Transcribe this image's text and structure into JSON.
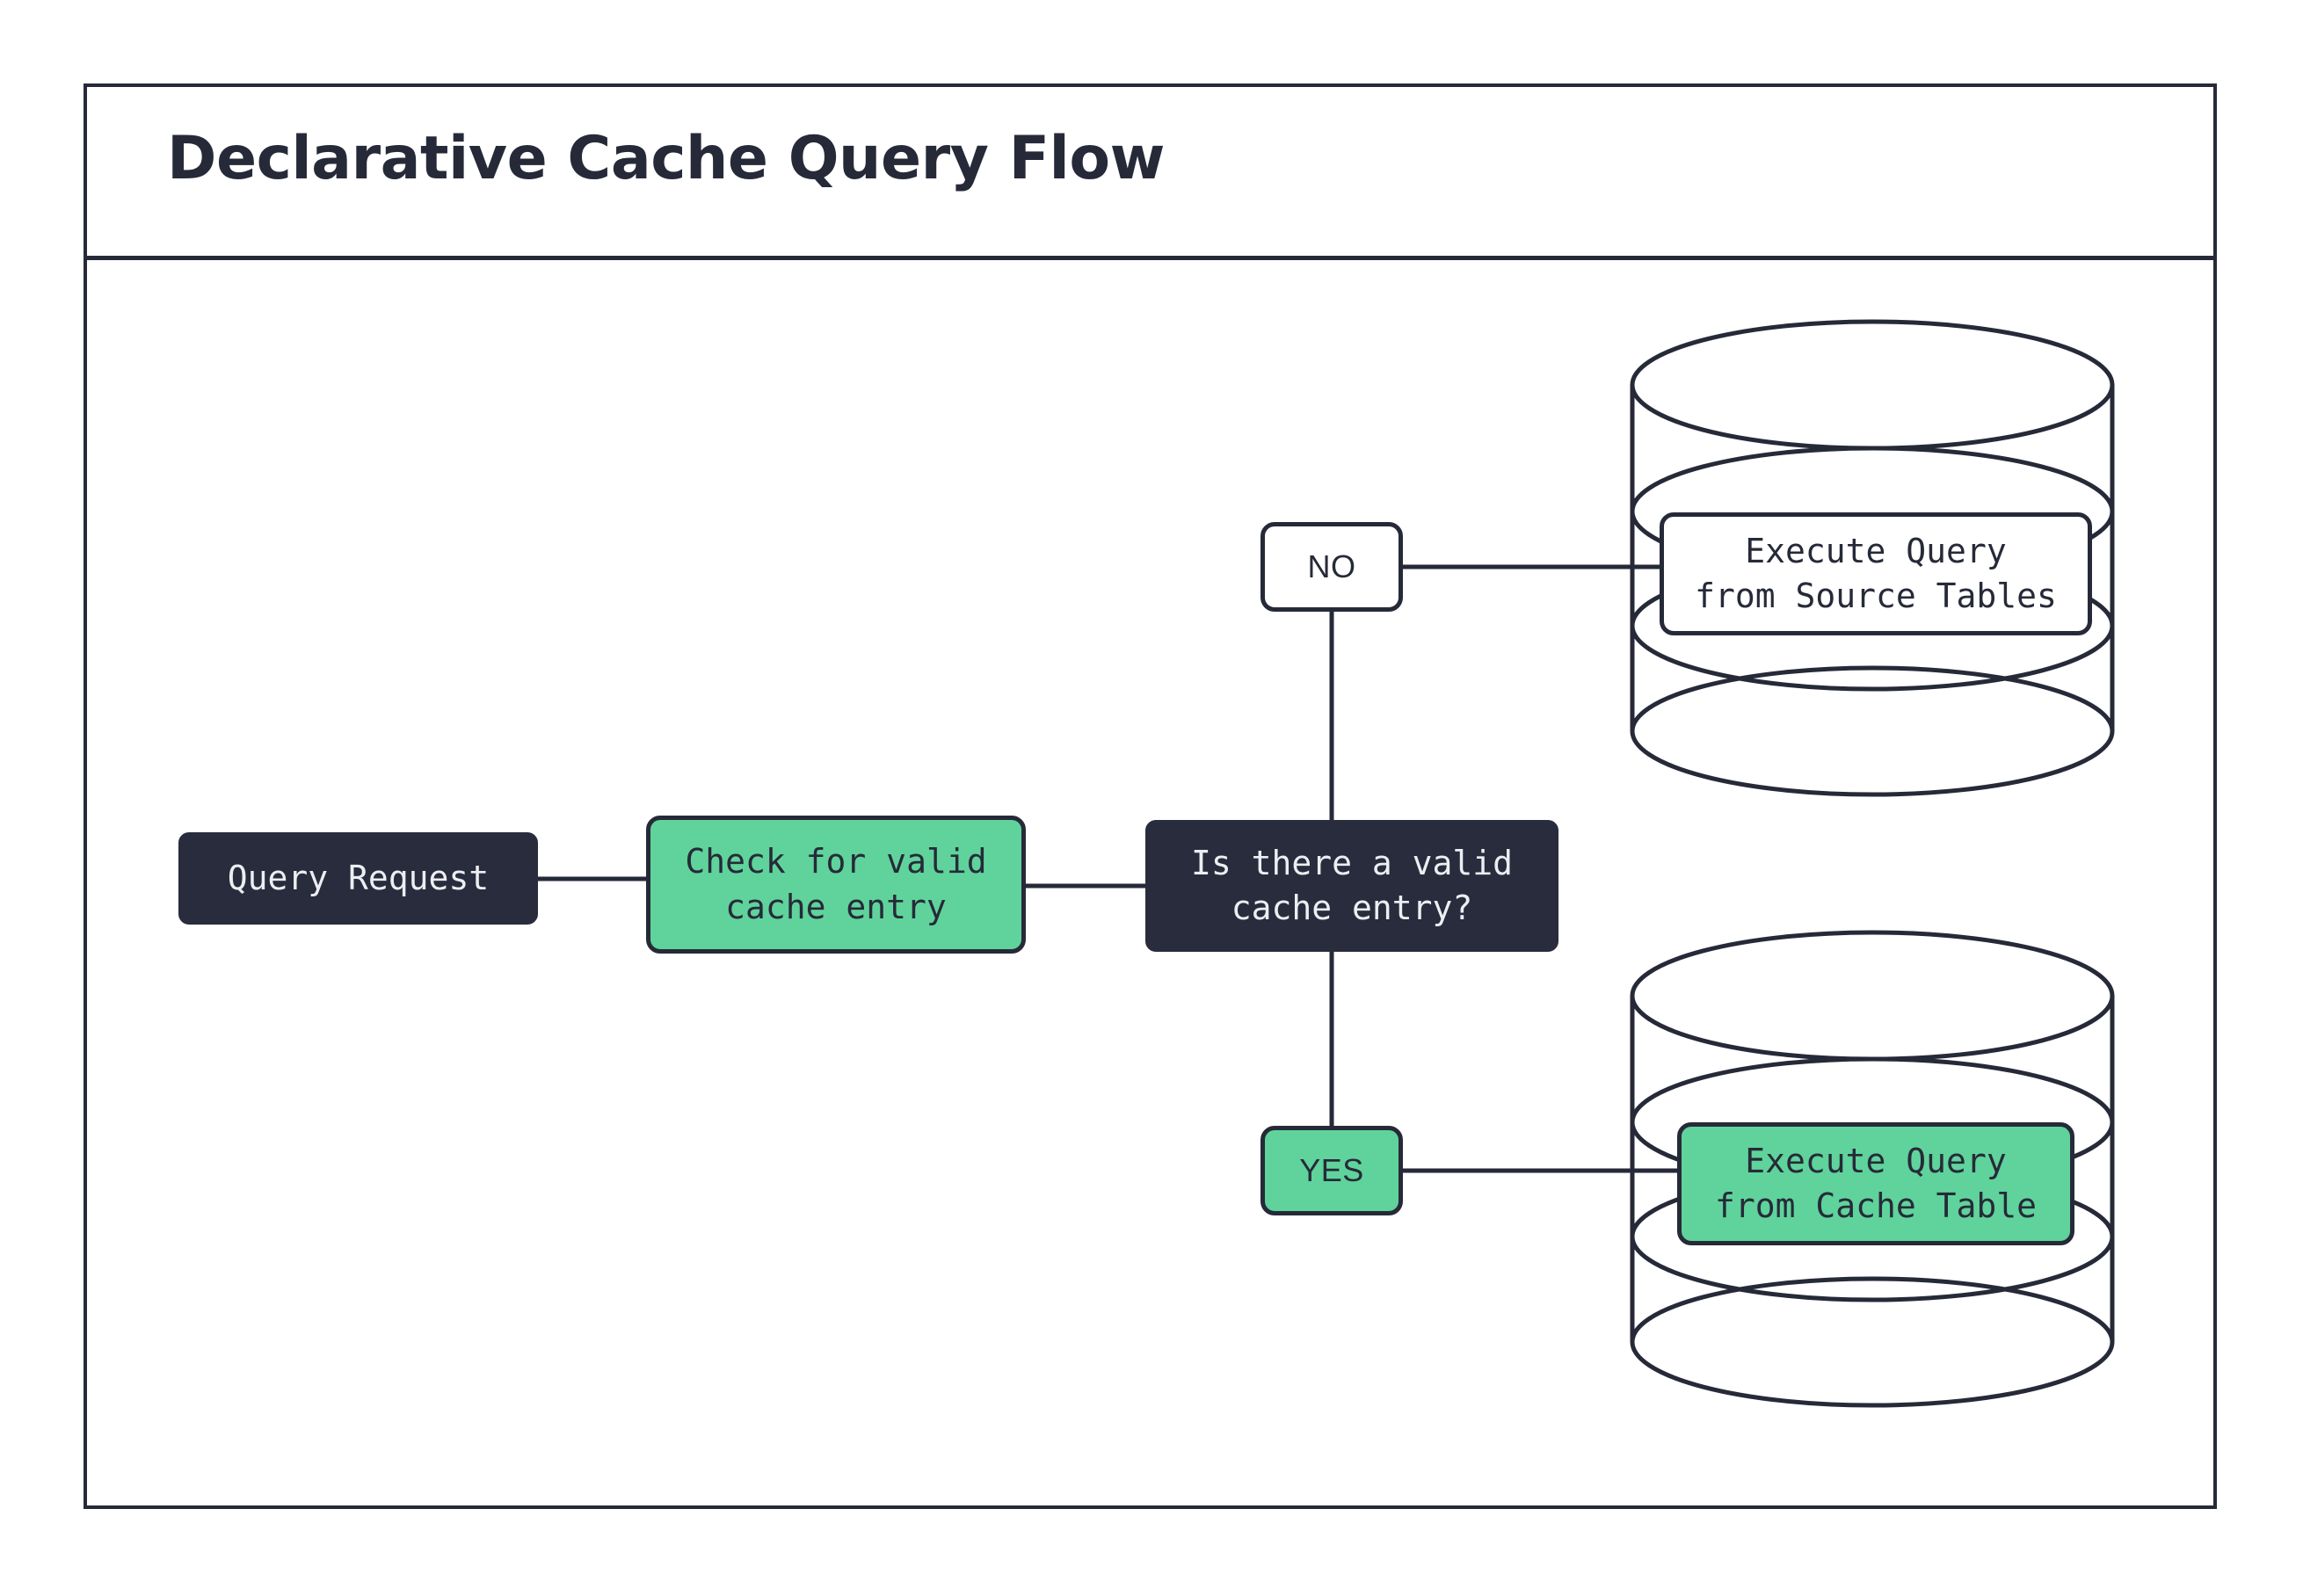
{
  "page": {
    "background": "#ffffff",
    "accent_green": "#5fd39b",
    "dark_navy": "#282c3c",
    "stroke": "#262a38"
  },
  "header": {
    "title": "Declarative Cache Query Flow"
  },
  "diagram": {
    "type": "flowchart",
    "nodes": [
      {
        "id": "query-request",
        "label": "Query Request",
        "shape": "rounded-rect",
        "style": "dark"
      },
      {
        "id": "check-cache",
        "label": "Check for valid\ncache entry",
        "shape": "rounded-rect",
        "style": "green"
      },
      {
        "id": "decision",
        "label": "Is there a valid\ncache entry?",
        "shape": "rounded-rect",
        "style": "dark"
      },
      {
        "id": "no-label",
        "label": "NO",
        "shape": "rounded-rect",
        "style": "white"
      },
      {
        "id": "yes-label",
        "label": "YES",
        "shape": "rounded-rect",
        "style": "green"
      },
      {
        "id": "exec-source",
        "label": "Execute Query\nfrom Source Tables",
        "shape": "rounded-rect",
        "style": "white"
      },
      {
        "id": "exec-cache",
        "label": "Execute Query\nfrom Cache Table",
        "shape": "rounded-rect",
        "style": "green"
      },
      {
        "id": "db-source",
        "label": "",
        "shape": "cylinder",
        "style": "outline"
      },
      {
        "id": "db-cache",
        "label": "",
        "shape": "cylinder",
        "style": "outline"
      }
    ],
    "edges": [
      {
        "from": "query-request",
        "to": "check-cache"
      },
      {
        "from": "check-cache",
        "to": "decision"
      },
      {
        "from": "decision",
        "to": "no-label"
      },
      {
        "from": "decision",
        "to": "yes-label"
      },
      {
        "from": "no-label",
        "to": "exec-source"
      },
      {
        "from": "yes-label",
        "to": "exec-cache"
      }
    ]
  }
}
